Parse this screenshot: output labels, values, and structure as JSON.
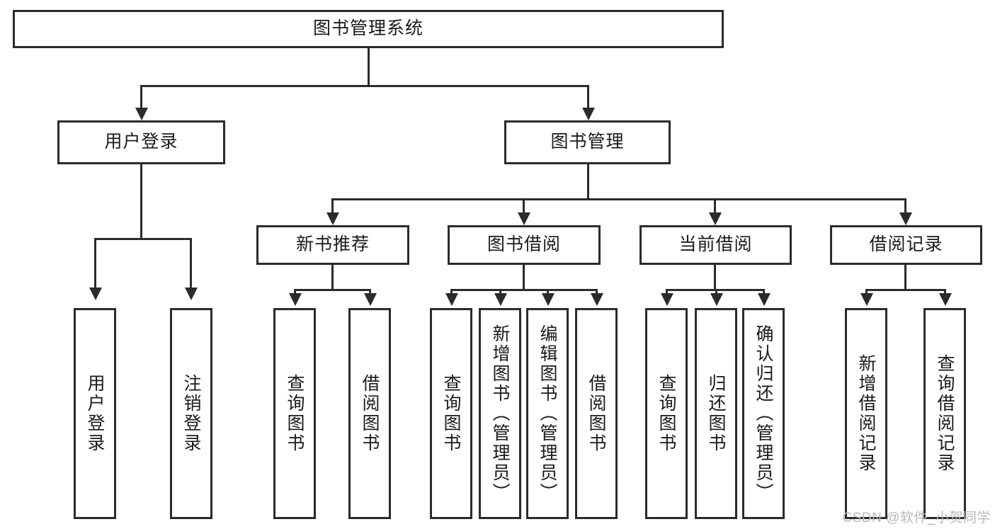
{
  "diagram": {
    "title": "图书管理系统",
    "type": "tree",
    "root": {
      "label": "图书管理系统"
    },
    "level2": [
      {
        "label": "用户登录"
      },
      {
        "label": "图书管理"
      }
    ],
    "level3": [
      {
        "label": "新书推荐"
      },
      {
        "label": "图书借阅"
      },
      {
        "label": "当前借阅"
      },
      {
        "label": "借阅记录"
      }
    ],
    "leaves": [
      {
        "label": "用户登录"
      },
      {
        "label": "注销登录"
      },
      {
        "label": "查询图书"
      },
      {
        "label": "借阅图书"
      },
      {
        "label": "查询图书"
      },
      {
        "label": "新增图书（管理员）"
      },
      {
        "label": "编辑图书（管理员）"
      },
      {
        "label": "借阅图书"
      },
      {
        "label": "查询图书"
      },
      {
        "label": "归还图书"
      },
      {
        "label": "确认归还（管理员）"
      },
      {
        "label": "新增借阅记录"
      },
      {
        "label": "查询借阅记录"
      }
    ]
  },
  "watermark": {
    "text": "CSDN @软件_小贺同学"
  },
  "colors": {
    "stroke": "#2b2b2b",
    "fill": "#ffffff",
    "text": "#1a1a1a",
    "watermark": "#b9b9b9"
  }
}
